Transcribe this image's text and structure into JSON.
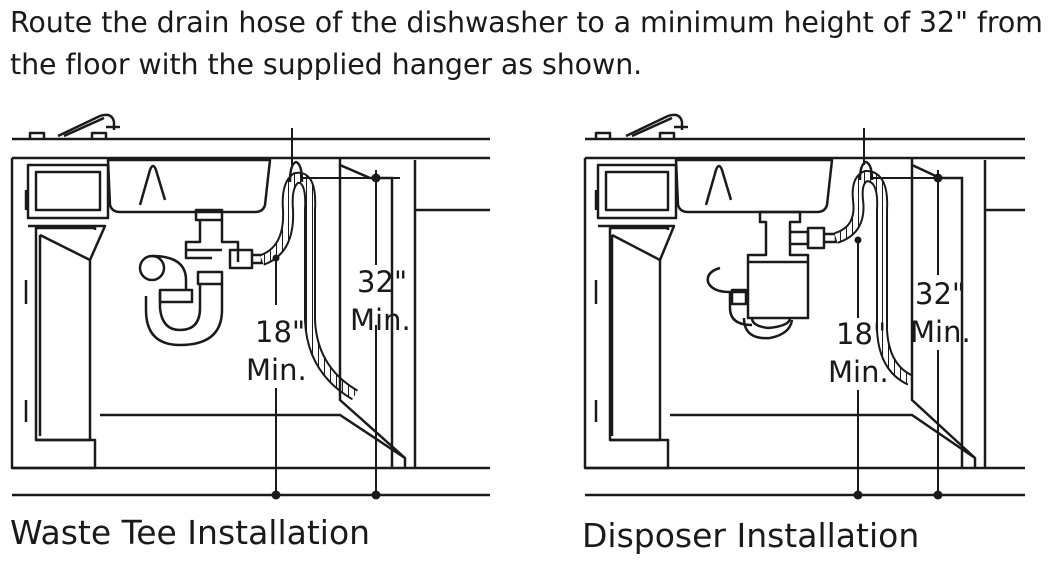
{
  "instruction": {
    "line1": "Route the drain hose of the dishwasher to a minimum height of 32\" from",
    "line2": "the floor with the supplied hanger as shown."
  },
  "figures": [
    {
      "caption": "Waste Tee Installation",
      "dim_32_value": "32\"",
      "dim_32_unit": "Min.",
      "dim_18_value": "18\"",
      "dim_18_unit": "Min."
    },
    {
      "caption": "Disposer Installation",
      "dim_32_value": "32\"",
      "dim_32_unit": "Min.",
      "dim_18_value": "18\"",
      "dim_18_unit": "Min."
    }
  ]
}
